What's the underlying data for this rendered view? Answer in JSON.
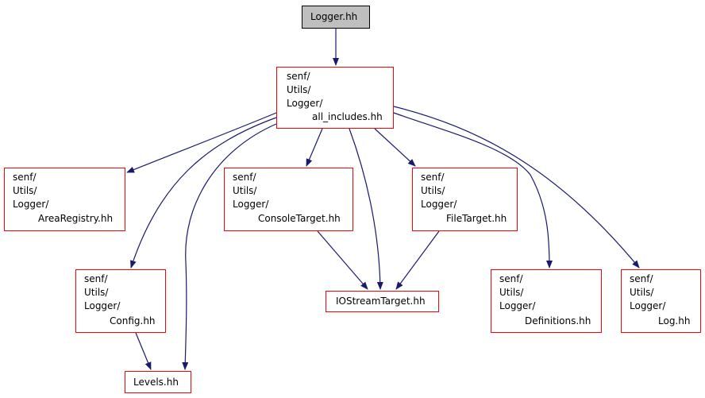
{
  "colors": {
    "node_border": "#ff0000",
    "root_border": "#000000",
    "root_fill": "#bfbfbf",
    "edge": "#191970"
  },
  "nodes": {
    "logger": {
      "lines": [
        "Logger.hh"
      ]
    },
    "all_includes": {
      "lines": [
        "senf/",
        "Utils/",
        "Logger/",
        "all_includes.hh"
      ]
    },
    "area_registry": {
      "lines": [
        "senf/",
        "Utils/",
        "Logger/",
        "AreaRegistry.hh"
      ]
    },
    "console_target": {
      "lines": [
        "senf/",
        "Utils/",
        "Logger/",
        "ConsoleTarget.hh"
      ]
    },
    "file_target": {
      "lines": [
        "senf/",
        "Utils/",
        "Logger/",
        "FileTarget.hh"
      ]
    },
    "config": {
      "lines": [
        "senf/",
        "Utils/",
        "Logger/",
        "Config.hh"
      ]
    },
    "iostream_target": {
      "lines": [
        "IOStreamTarget.hh"
      ]
    },
    "definitions": {
      "lines": [
        "senf/",
        "Utils/",
        "Logger/",
        "Definitions.hh"
      ]
    },
    "log": {
      "lines": [
        "senf/",
        "Utils/",
        "Logger/",
        "Log.hh"
      ]
    },
    "levels": {
      "lines": [
        "Levels.hh"
      ]
    }
  },
  "edges": [
    [
      "logger",
      "all_includes"
    ],
    [
      "all_includes",
      "area_registry"
    ],
    [
      "all_includes",
      "console_target"
    ],
    [
      "all_includes",
      "file_target"
    ],
    [
      "all_includes",
      "config"
    ],
    [
      "all_includes",
      "iostream_target"
    ],
    [
      "all_includes",
      "definitions"
    ],
    [
      "all_includes",
      "log"
    ],
    [
      "all_includes",
      "levels"
    ],
    [
      "console_target",
      "iostream_target"
    ],
    [
      "file_target",
      "iostream_target"
    ],
    [
      "config",
      "levels"
    ]
  ]
}
